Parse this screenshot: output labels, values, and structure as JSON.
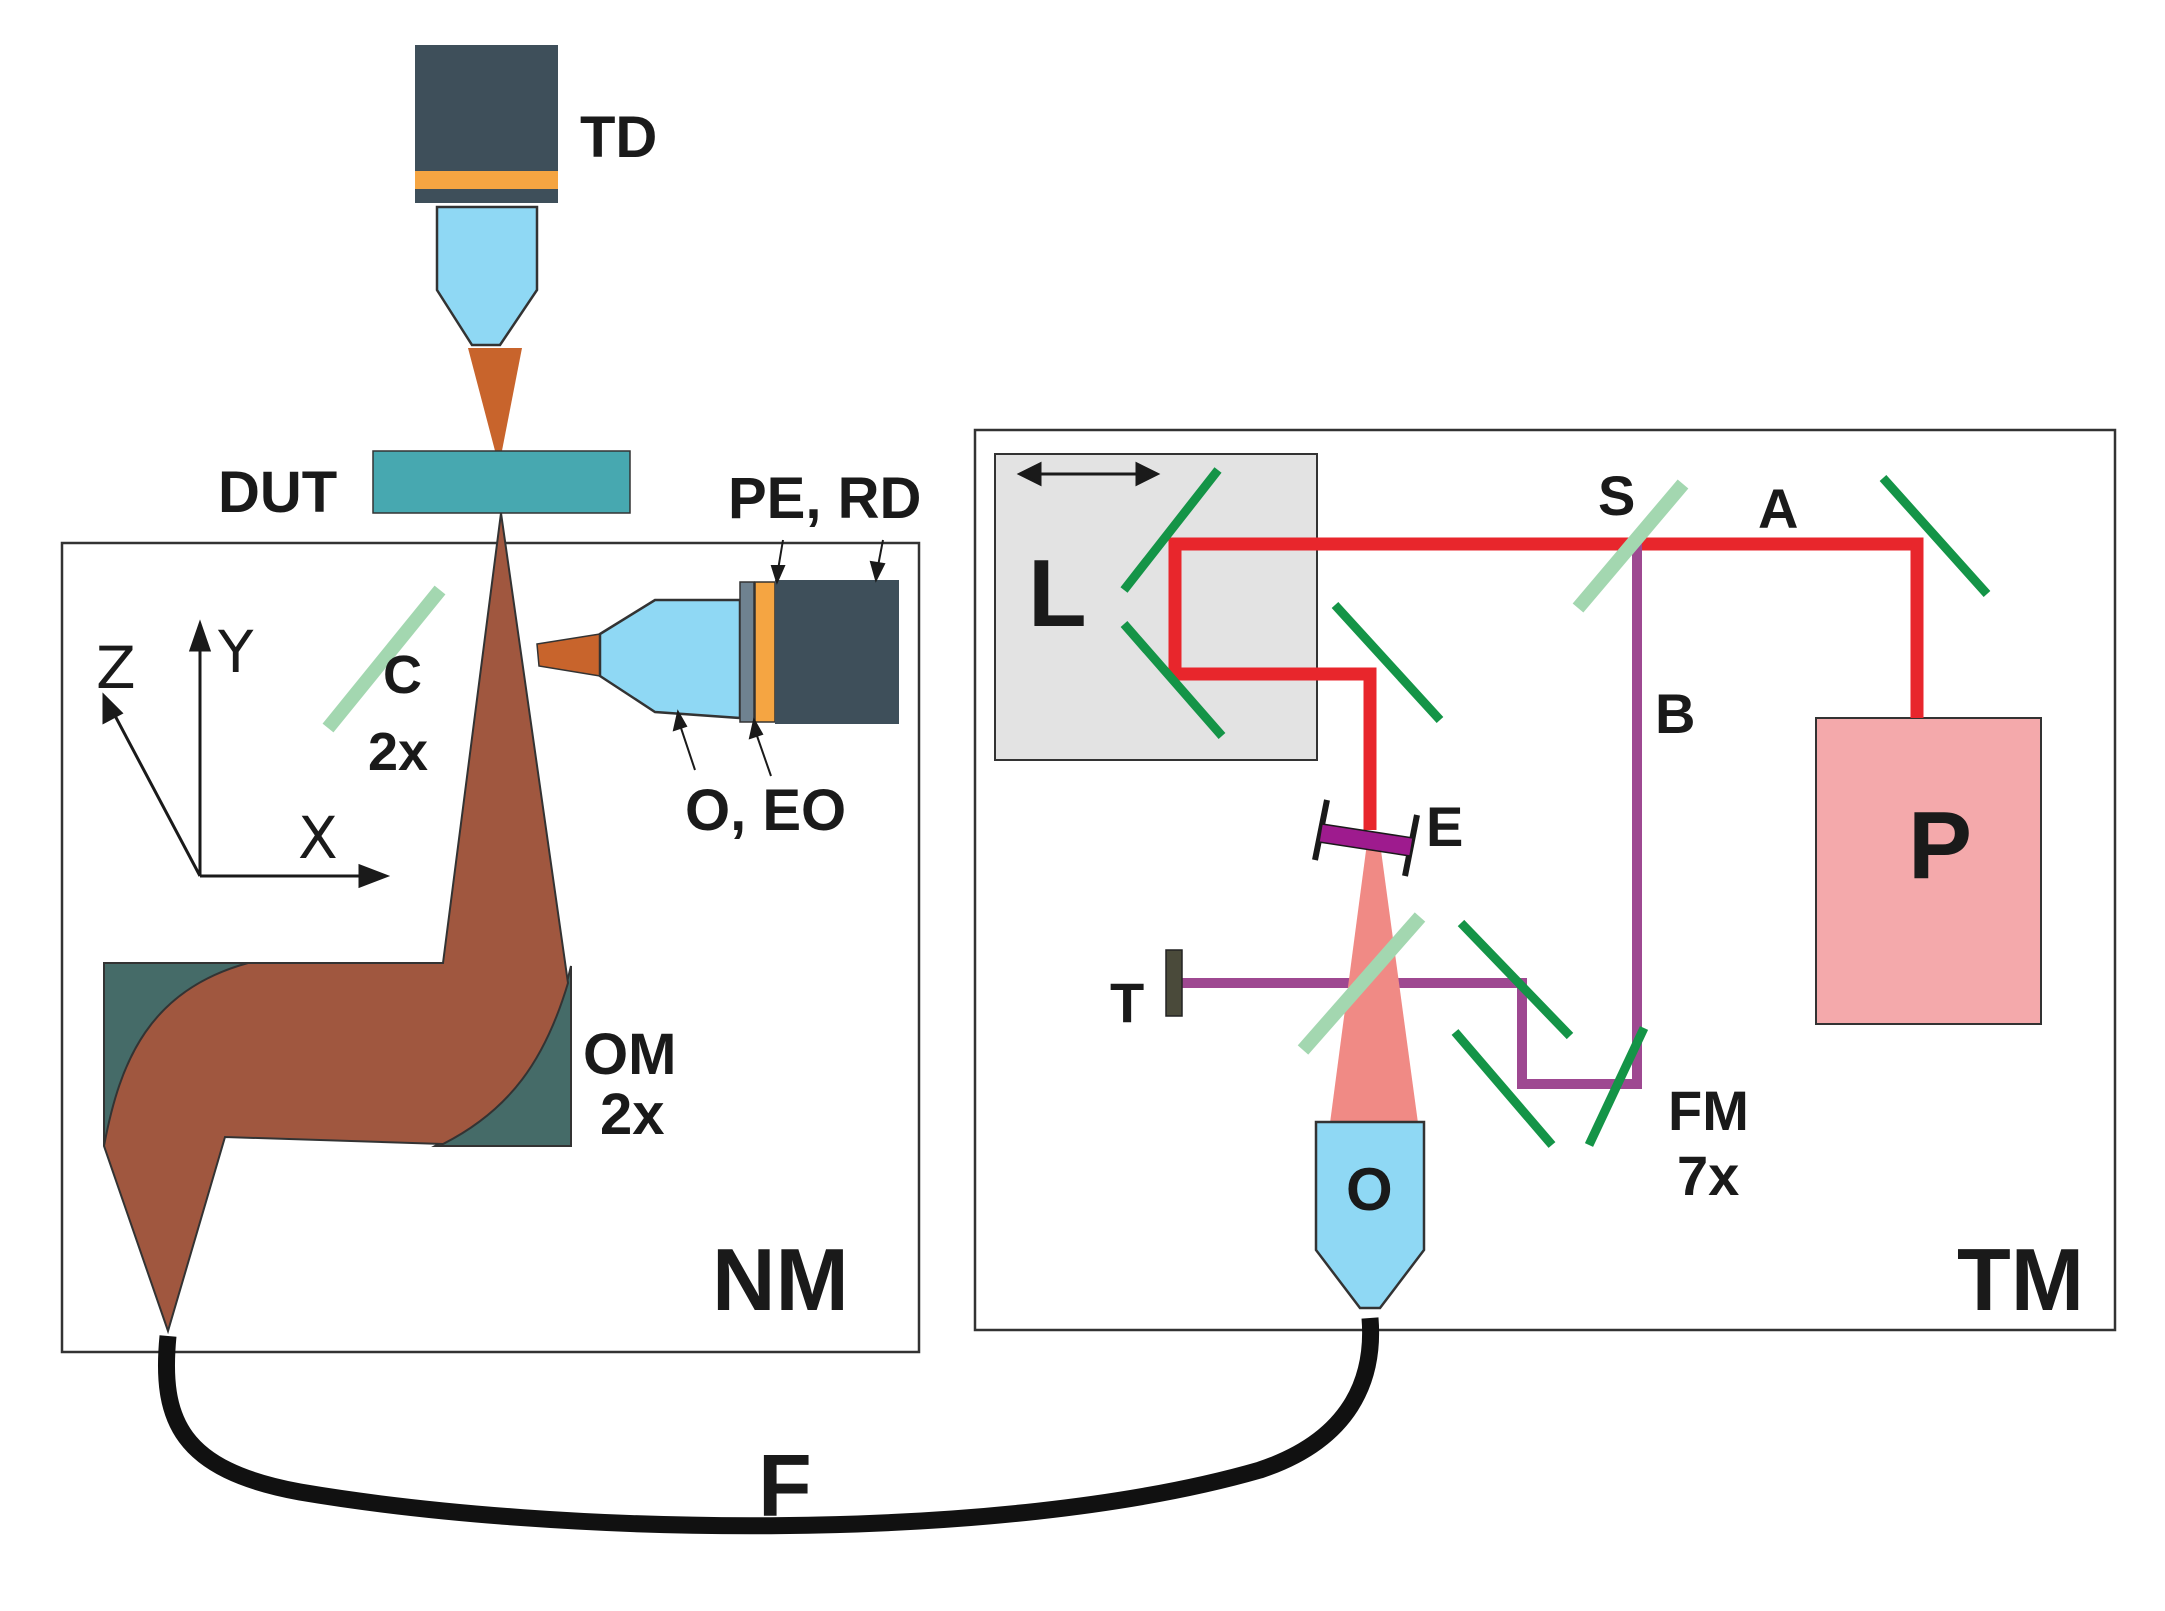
{
  "labels": {
    "td": "TD",
    "dut": "DUT",
    "pe_rd": "PE, RD",
    "c": "C",
    "c_count": "2x",
    "o_eo": "O, EO",
    "om": "OM",
    "om_count": "2x",
    "nm": "NM",
    "f": "F",
    "l": "L",
    "s": "S",
    "a": "A",
    "b": "B",
    "p": "P",
    "e": "E",
    "t": "T",
    "fm": "FM",
    "fm_count": "7x",
    "o": "O",
    "tm": "TM"
  },
  "axes": {
    "x": "X",
    "y": "Y",
    "z": "Z"
  },
  "colors": {
    "detector_body": "#3e4f5a",
    "objective_blue": "#8fd8f4",
    "filter_orange": "#f5a542",
    "dut_teal": "#47a8b0",
    "light_cone_orange": "#c8642c",
    "collection_brown": "#a0573f",
    "mirror_teal": "#456b68",
    "splitter_green": "#a3d7b0",
    "mirror_green": "#149447",
    "beam_red": "#e8262c",
    "beam_purple": "#9e4891",
    "pump_pink": "#f4a9ab",
    "stage_gray": "#e3e3e3",
    "cone_pink": "#f08a85",
    "fiber_black": "#111111"
  }
}
